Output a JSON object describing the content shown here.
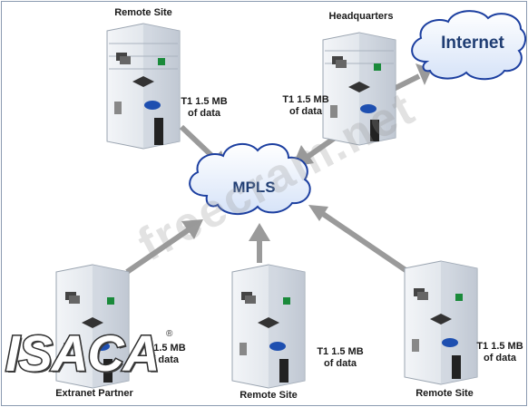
{
  "sites": {
    "remote_top": "Remote Site",
    "headquarters": "Headquarters",
    "extranet": "Extranet Partner",
    "remote_bottom_mid": "Remote Site",
    "remote_bottom_right": "Remote Site"
  },
  "clouds": {
    "mpls": "MPLS",
    "internet": "Internet"
  },
  "links": {
    "remote_top": {
      "line1": "T1 1.5 MB",
      "line2": "of data"
    },
    "headquarters": {
      "line1": "T1 1.5 MB",
      "line2": "of data"
    },
    "extranet": {
      "line1": "T1 1.5 MB",
      "line2": "of data"
    },
    "remote_bottom_mid": {
      "line1": "T1 1.5 MB",
      "line2": "of data"
    },
    "remote_bottom_right": {
      "line1": "T1 1.5 MB",
      "line2": "of data"
    }
  },
  "watermark": "freecram.net",
  "logo": {
    "text": "ISACA",
    "reg": "®"
  },
  "colors": {
    "arrow": "#9a9a9a",
    "cloud_fill": "#e8f0fc",
    "cloud_stroke": "#1c3fa0",
    "building": "#e6eaef",
    "building_shade": "#c7ced8"
  }
}
